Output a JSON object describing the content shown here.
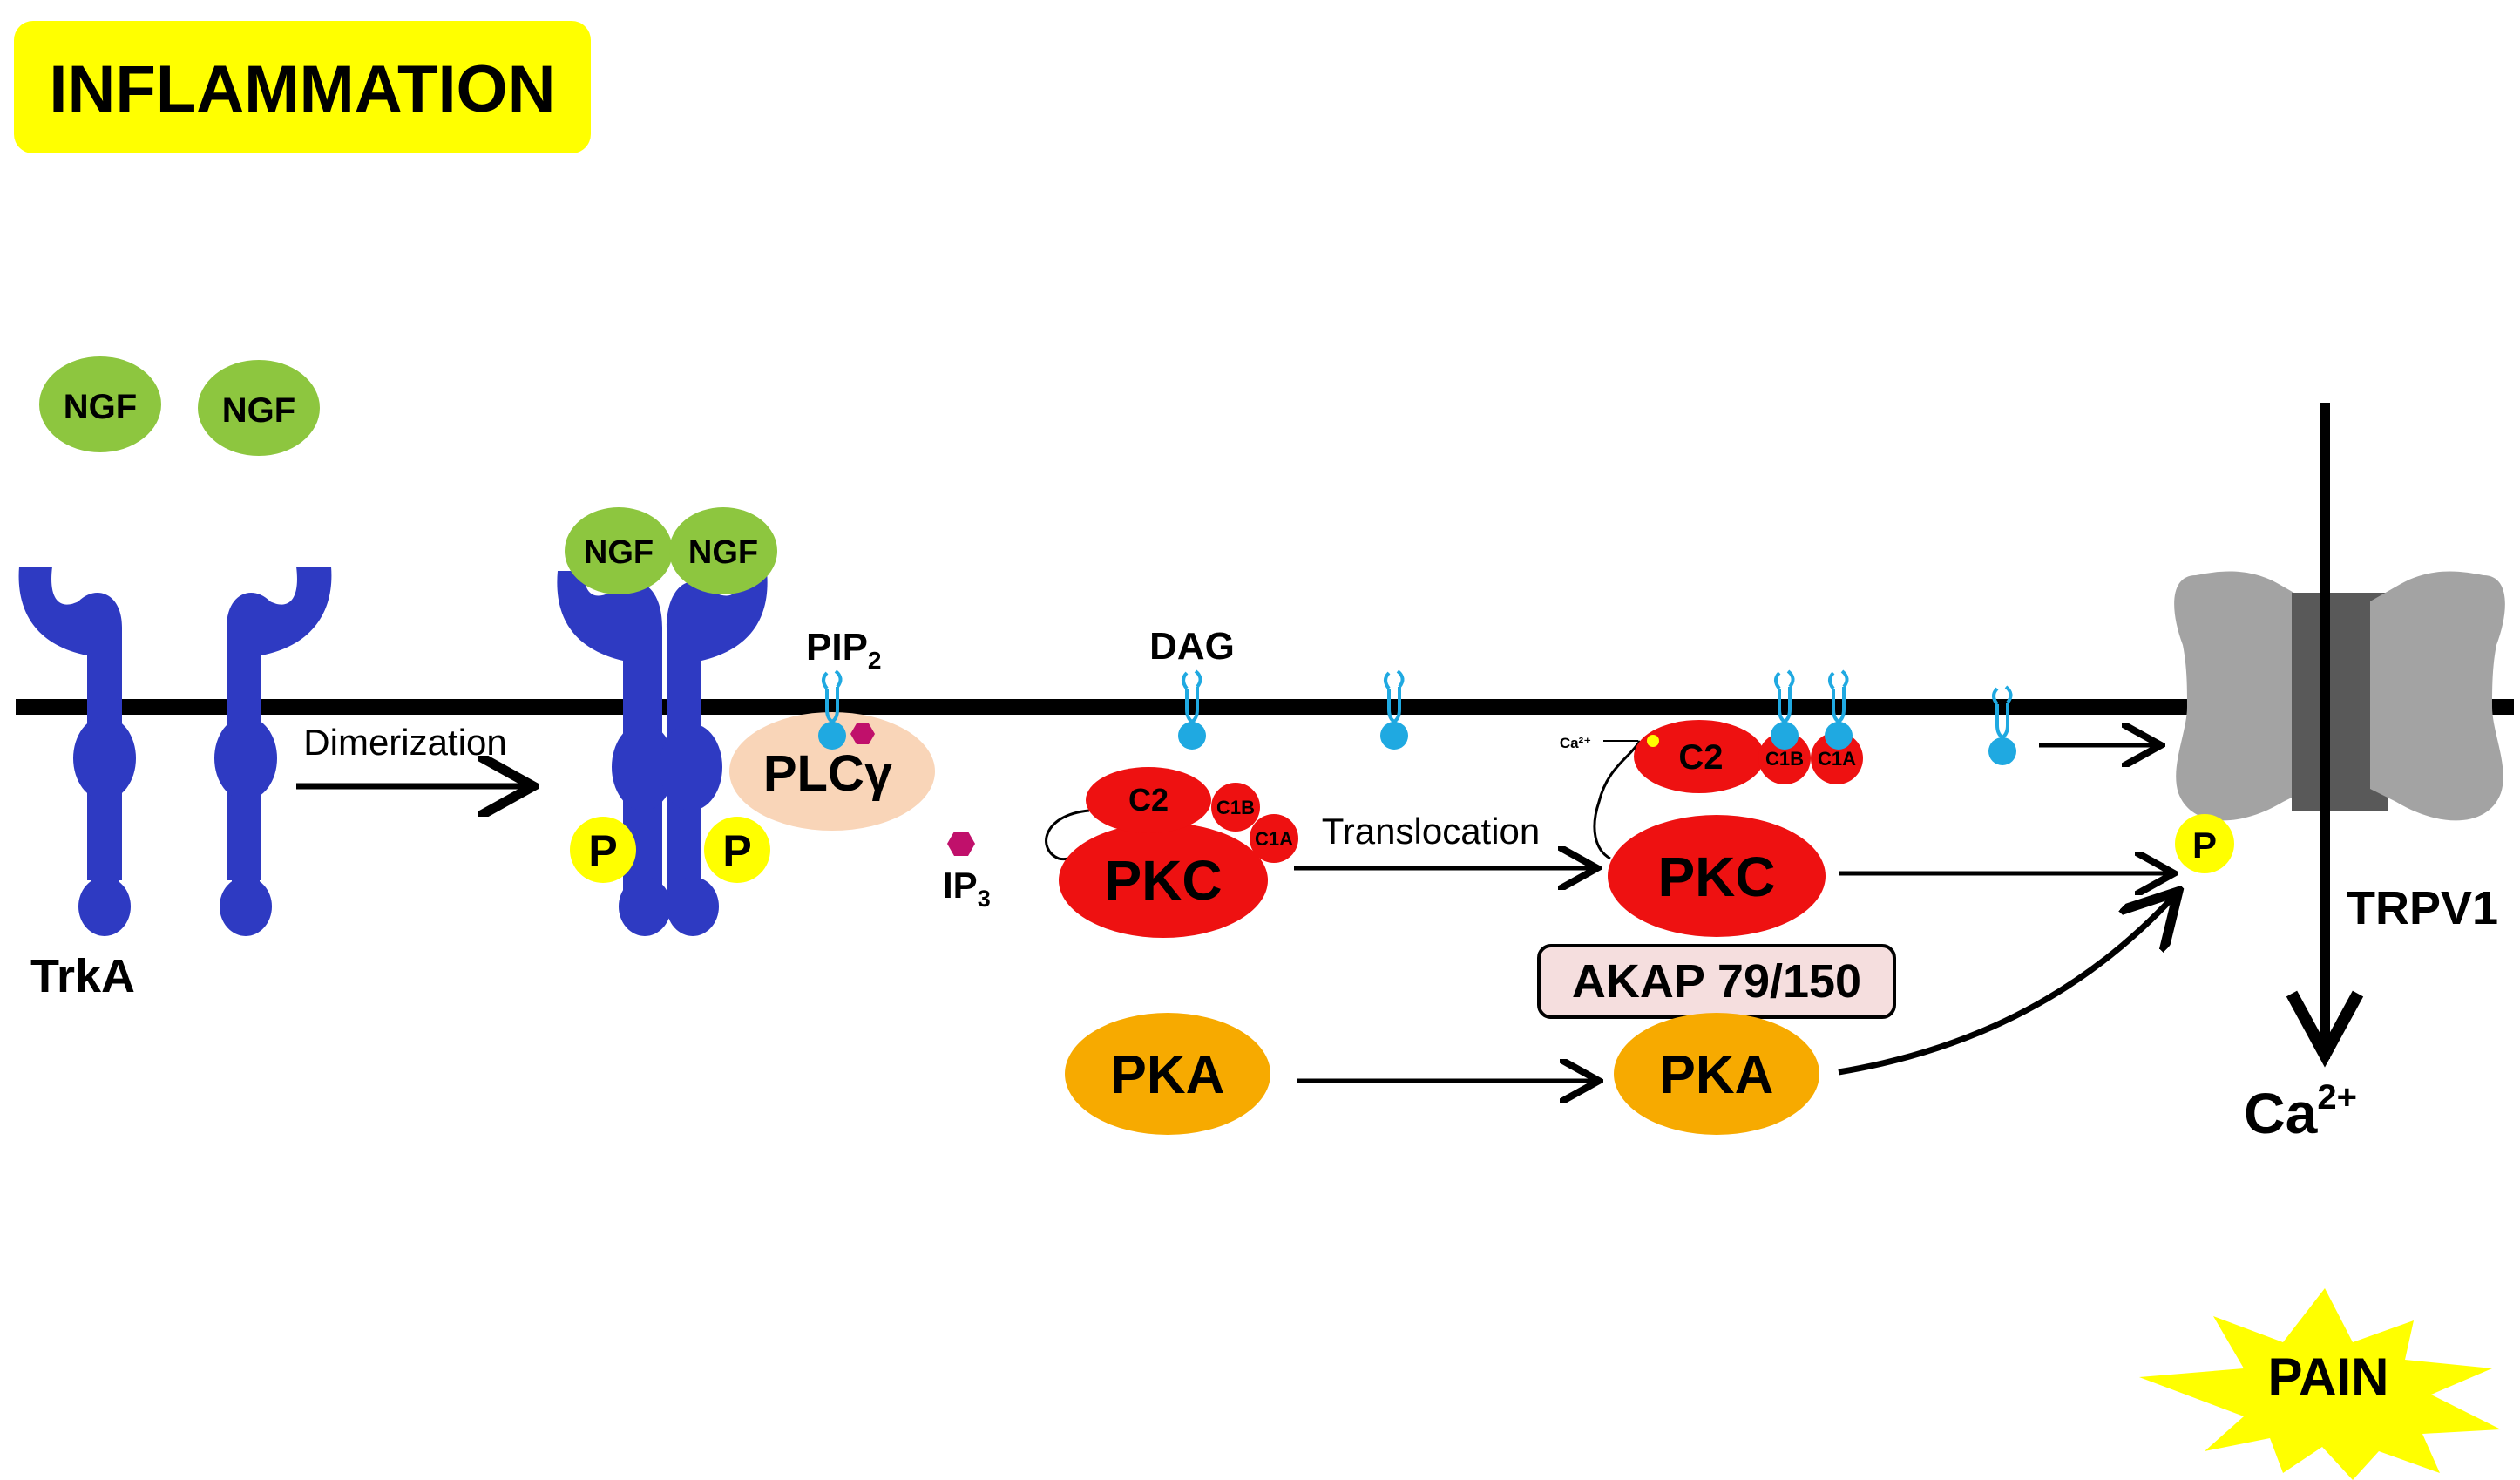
{
  "title": "INFLAMMATION",
  "labels": {
    "ngf": "NGF",
    "trka": "TrkA",
    "dimerization": "Dimerization",
    "p": "P",
    "pip": "PIP",
    "pip_sub": "2",
    "plc": "PLC",
    "plc_gamma": "γ",
    "ip": "IP",
    "ip_sub": "3",
    "dag": "DAG",
    "c2": "C2",
    "c1b": "C1B",
    "c1a": "C1A",
    "pkc": "PKC",
    "pka": "PKA",
    "translocation": "Translocation",
    "ca_small": "Ca²⁺",
    "akap": "AKAP 79/150",
    "trpv1": "TRPV1",
    "ca": "Ca",
    "ca_sup": "2+",
    "pain": "PAIN"
  },
  "colors": {
    "title_bg": "#FFFF00",
    "ngf": "#8DC63F",
    "receptor": "#2E3AC2",
    "phospho": "#FFFF00",
    "plc": "#F9D5B8",
    "lipid": "#1FA9E1",
    "ip3": "#C0106B",
    "pkc": "#EE1111",
    "pka": "#F7AA00",
    "akap_bg": "#F5DEDE",
    "channel": "#A3A3A3",
    "channel_dark": "#595959",
    "pain_star": "#FFFF00",
    "membrane": "#000000"
  }
}
